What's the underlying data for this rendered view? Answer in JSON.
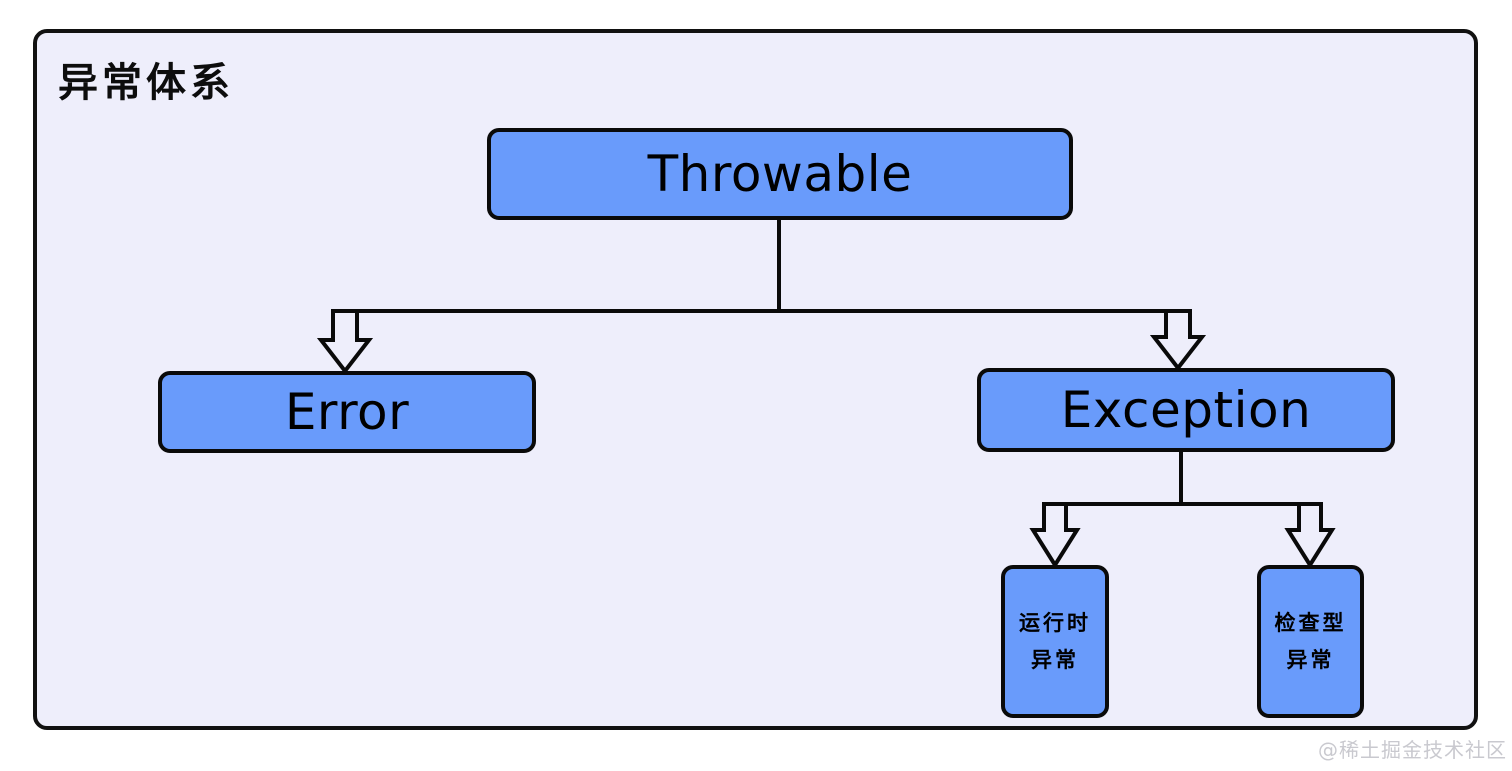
{
  "diagram": {
    "title": "异常体系",
    "watermark": "@稀土掘金技术社区",
    "colors": {
      "node_fill": "#699bfb",
      "node_stroke": "#0a0a0a",
      "frame_fill": "#eeeefb",
      "frame_stroke": "#111111",
      "page_background": "#ffffff",
      "watermark_text": "#c9c9cf"
    },
    "nodes": [
      {
        "id": "throwable",
        "label": "Throwable",
        "script": "latin"
      },
      {
        "id": "error",
        "label": "Error",
        "script": "latin"
      },
      {
        "id": "exception",
        "label": "Exception",
        "script": "latin"
      },
      {
        "id": "runtime",
        "label_line1": "运行时",
        "label_line2": "异常",
        "script": "cjk"
      },
      {
        "id": "checked",
        "label_line1": "检查型",
        "label_line2": "异常",
        "script": "cjk"
      }
    ],
    "edges": [
      {
        "from": "throwable",
        "to": "error",
        "arrow": "hollow-block-arrow"
      },
      {
        "from": "throwable",
        "to": "exception",
        "arrow": "hollow-block-arrow"
      },
      {
        "from": "exception",
        "to": "runtime",
        "arrow": "hollow-block-arrow"
      },
      {
        "from": "exception",
        "to": "checked",
        "arrow": "hollow-block-arrow"
      }
    ]
  }
}
